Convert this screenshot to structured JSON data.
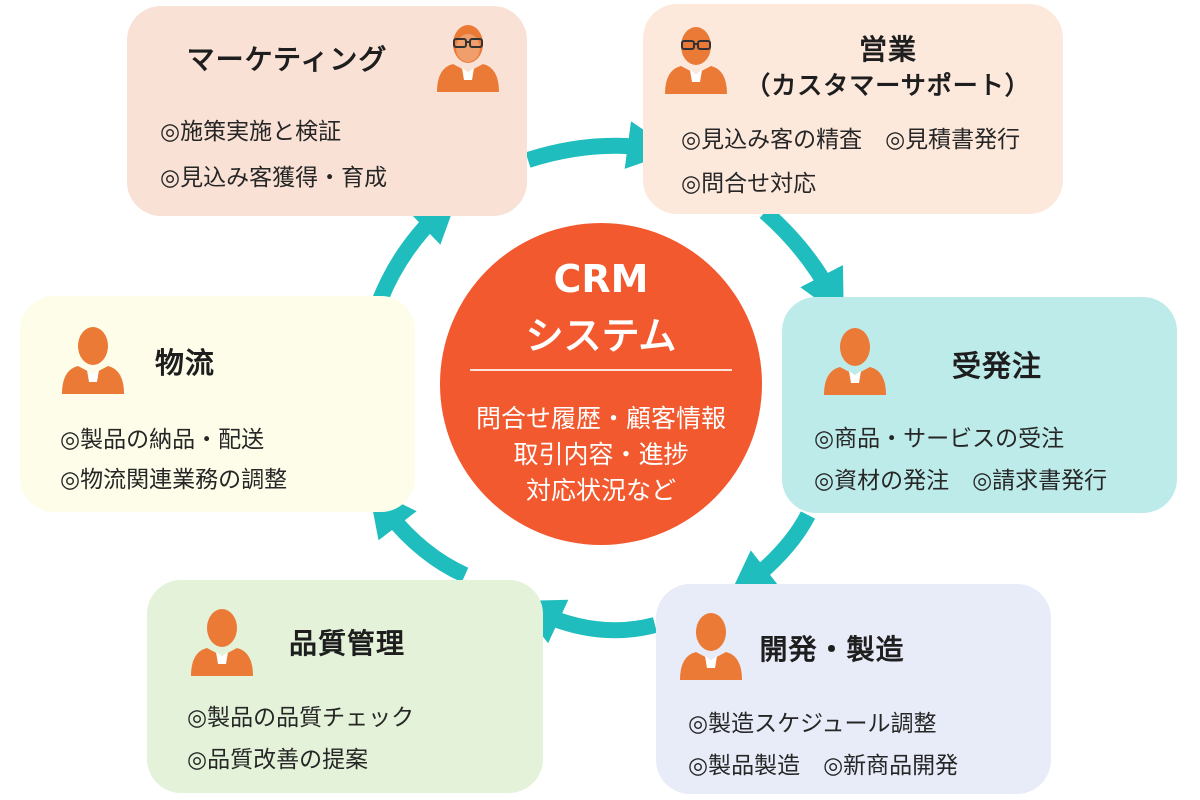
{
  "center": {
    "line1": "CRM",
    "line2": "システム",
    "desc": [
      "問合せ履歴・顧客情報",
      "取引内容・進捗",
      "対応状況など"
    ]
  },
  "boxes": {
    "marketing": {
      "title": "マーケティング",
      "items": [
        "◎施策実施と検証",
        "◎見込み客獲得・育成"
      ]
    },
    "sales": {
      "title": "営業",
      "subtitle": "（カスタマーサポート）",
      "items": [
        "◎見込み客の精査　◎見積書発行",
        "◎問合せ対応"
      ]
    },
    "orders": {
      "title": "受発注",
      "items": [
        "◎商品・サービスの受注",
        "◎資材の発注　◎請求書発行"
      ]
    },
    "development": {
      "title": "開発・製造",
      "items": [
        "◎製造スケジュール調整",
        "◎製品製造　◎新商品開発"
      ]
    },
    "quality": {
      "title": "品質管理",
      "items": [
        "◎製品の品質チェック",
        "◎品質改善の提案"
      ]
    },
    "logistics": {
      "title": "物流",
      "items": [
        "◎製品の納品・配送",
        "◎物流関連業務の調整"
      ]
    }
  },
  "colors": {
    "center": "#f2592f",
    "arrow": "#1fbdbe",
    "avatar": "#ea7a35",
    "marketing_bg": "#f9e1d5",
    "sales_bg": "#fde9dc",
    "orders_bg": "#bdebea",
    "development_bg": "#e7ecf8",
    "quality_bg": "#e3f2d8",
    "logistics_bg": "#fdfde9"
  },
  "icons": [
    "person-with-glasses-icon",
    "person-icon"
  ]
}
